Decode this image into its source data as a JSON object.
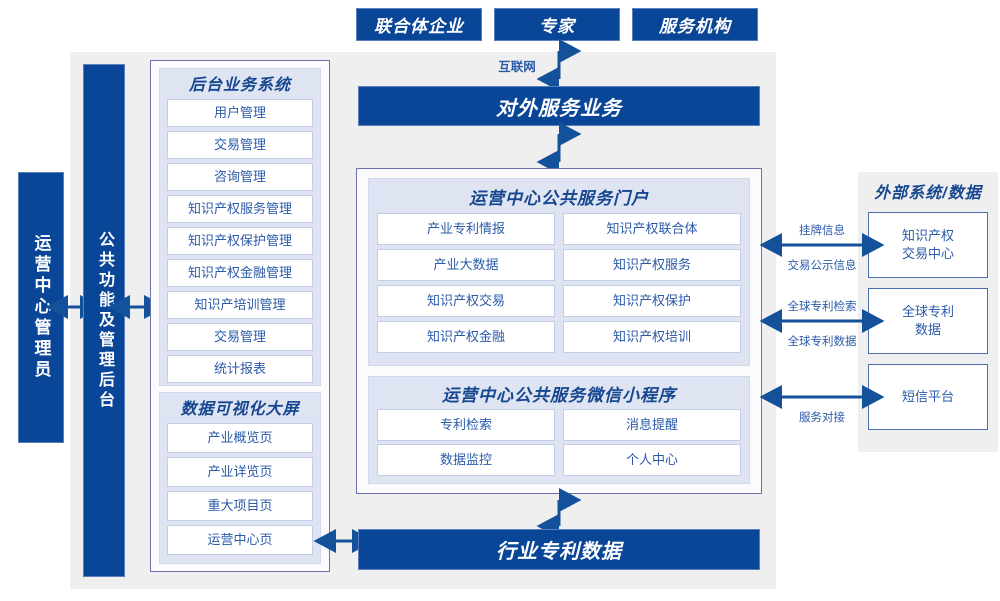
{
  "top_actors": [
    {
      "label": "联合体企业"
    },
    {
      "label": "专家"
    },
    {
      "label": "服务机构"
    }
  ],
  "internet_label": "互联网",
  "external_service_bar": "对外服务业务",
  "industry_patent_data_bar": "行业专利数据",
  "left_actor": {
    "label": "运营中心管理员"
  },
  "common_backend": {
    "label": "公共功能及管理后台"
  },
  "backend_system": {
    "title": "后台业务系统",
    "items": [
      "用户管理",
      "交易管理",
      "咨询管理",
      "知识产权服务管理",
      "知识产权保护管理",
      "知识产权金融管理",
      "知识产培训管理",
      "交易管理",
      "统计报表"
    ]
  },
  "data_visualization": {
    "title": "数据可视化大屏",
    "items": [
      "产业概览页",
      "产业详览页",
      "重大项目页",
      "运营中心页"
    ]
  },
  "portal": {
    "title": "运营中心公共服务门户",
    "items": [
      "产业专利情报",
      "知识产权联合体",
      "产业大数据",
      "知识产权服务",
      "知识产权交易",
      "知识产权保护",
      "知识产权金融",
      "知识产权培训"
    ]
  },
  "miniprogram": {
    "title": "运营中心公共服务微信小程序",
    "items": [
      "专利检索",
      "消息提醒",
      "数据监控",
      "个人中心"
    ]
  },
  "external": {
    "title": "外部系统/数据",
    "items": [
      {
        "label": "知识产权交易中心",
        "line1": "知识产权",
        "line2": "交易中心"
      },
      {
        "label": "全球专利数据",
        "line1": "全球专利",
        "line2": "数据"
      },
      {
        "label": "短信平台",
        "line1": "短信平台",
        "line2": ""
      }
    ],
    "connector_labels": [
      {
        "above": "挂牌信息",
        "below": "交易公示信息"
      },
      {
        "above": "全球专利检索",
        "below": "全球专利数据"
      },
      {
        "above": "",
        "below": "服务对接"
      }
    ]
  },
  "colors": {
    "brand_blue": "#0a4698",
    "panel_lavender": "#dfe4f2",
    "frame_gray": "#efefef",
    "text_blue": "#2b5aa8"
  }
}
